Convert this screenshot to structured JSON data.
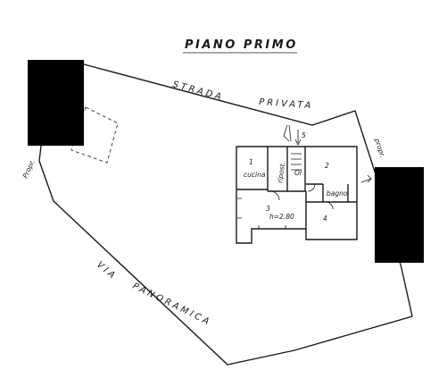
{
  "title": "PIANO PRIMO",
  "labels": {
    "strada": "STRADA",
    "privata": "PRIVATA",
    "via": "VIA",
    "panoramica": "PANORAMICA",
    "propr_left": "Propr.",
    "propr_right": "propr."
  },
  "rooms": {
    "cucina": "cucina",
    "ripost": "ripost.",
    "bagno": "bagno",
    "height": "h=2.80",
    "num_1": "1",
    "num_2": "2",
    "num_3": "3",
    "num_4": "4",
    "num_5": "5",
    "num_ol": "Ol"
  },
  "colors": {
    "ink": "#1a1a1a",
    "redaction": "#000000",
    "paper": "#ffffff"
  }
}
